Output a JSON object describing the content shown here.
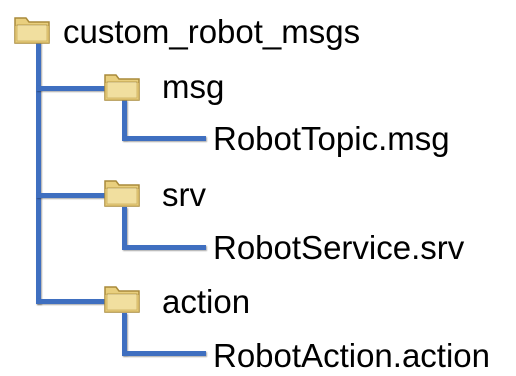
{
  "tree": {
    "root": {
      "label": "custom_robot_msgs",
      "icon": "folder-icon"
    },
    "folders": [
      {
        "label": "msg",
        "icon": "folder-icon",
        "file": "RobotTopic.msg"
      },
      {
        "label": "srv",
        "icon": "folder-icon",
        "file": "RobotService.srv"
      },
      {
        "label": "action",
        "icon": "folder-icon",
        "file": "RobotAction.action"
      }
    ]
  },
  "colors": {
    "connector": "#3f6fc0",
    "folder_body": "#e9cf7e",
    "folder_edge": "#a98a3a",
    "folder_highlight": "#fbf1c8"
  }
}
